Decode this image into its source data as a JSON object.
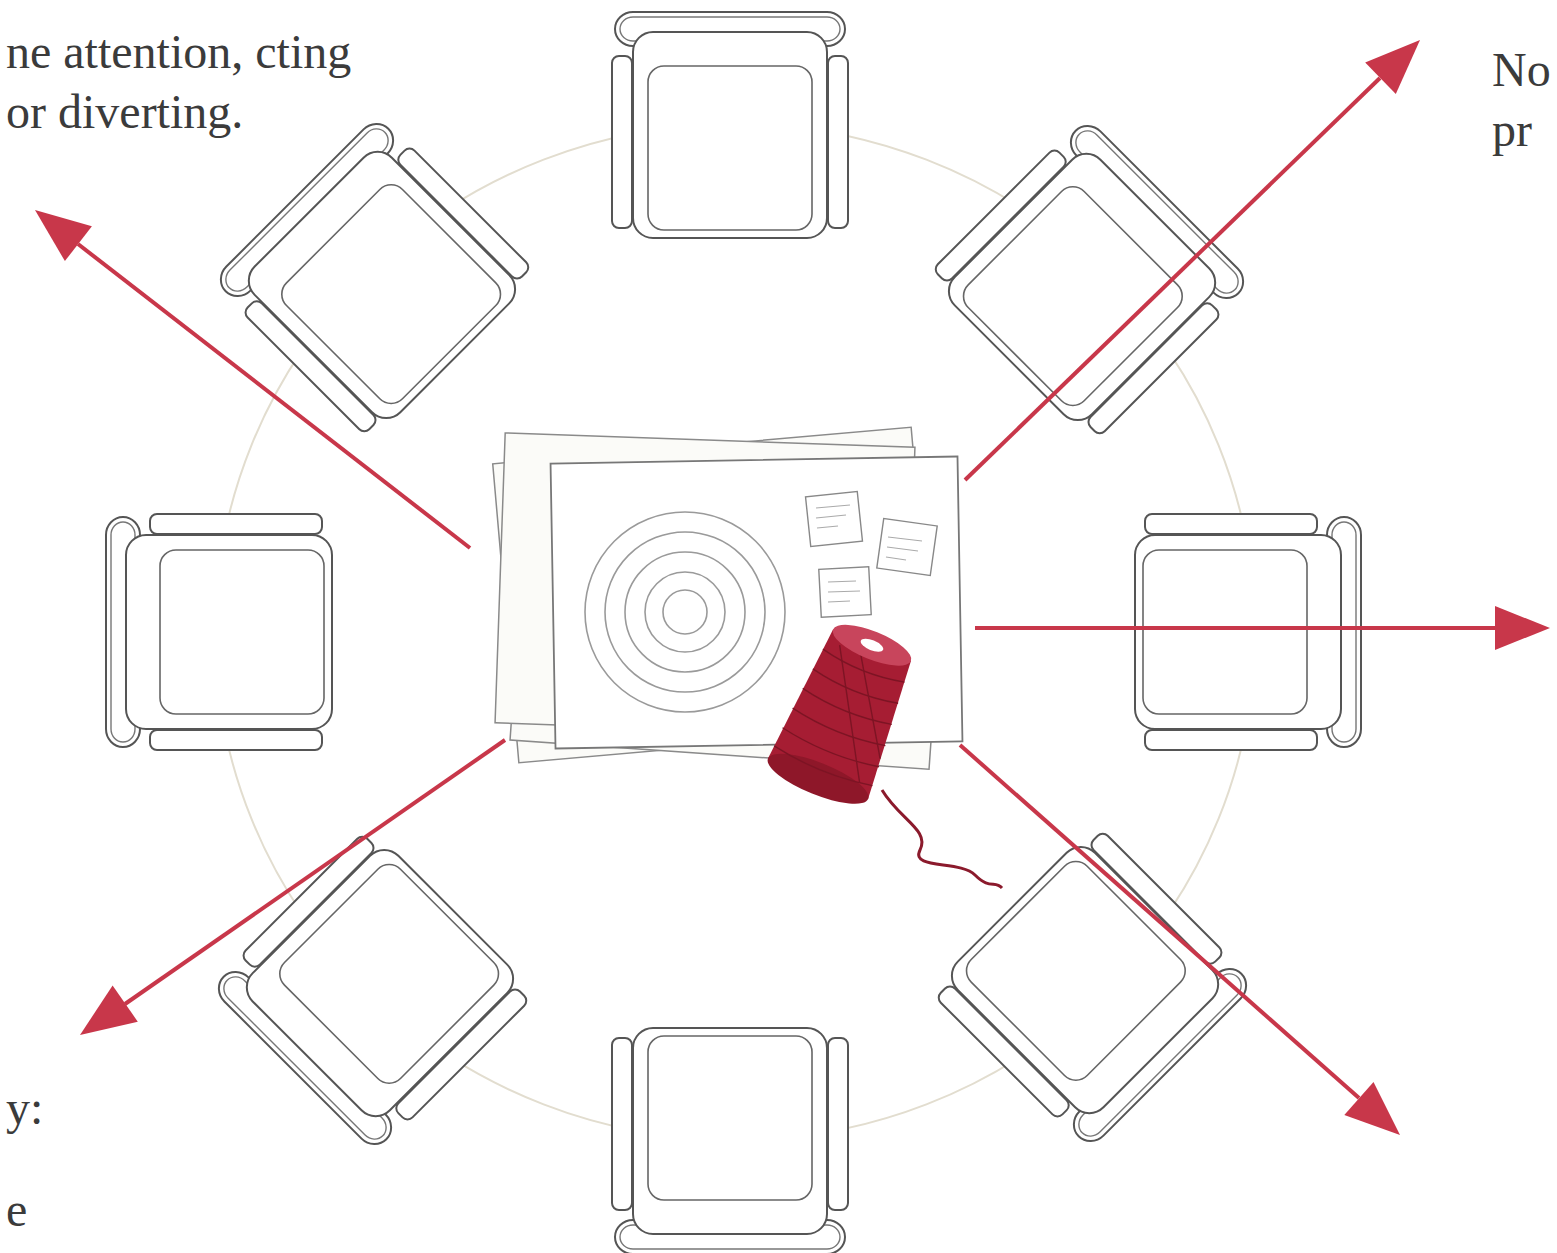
{
  "diagram": {
    "labels": [
      "ne attention, cting or diverting.",
      "No pr",
      "y:",
      "e"
    ]
  }
}
